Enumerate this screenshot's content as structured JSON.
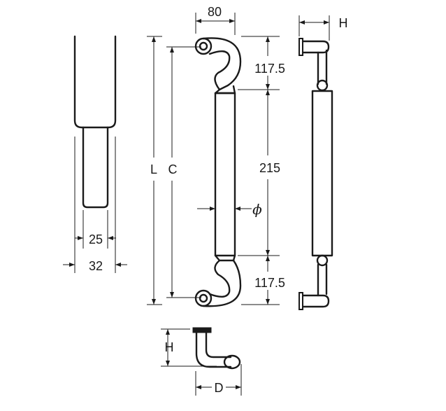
{
  "drawing": {
    "labels": {
      "width_top": "80",
      "height_side": "H",
      "upper_offset": "117.5",
      "center_length": "215",
      "lower_offset": "117.5",
      "overall_length": "L",
      "center_distance": "C",
      "diameter": "ϕ",
      "tip_diameter": "25",
      "shank_diameter": "32",
      "bottom_height": "H",
      "bottom_depth": "D"
    }
  }
}
